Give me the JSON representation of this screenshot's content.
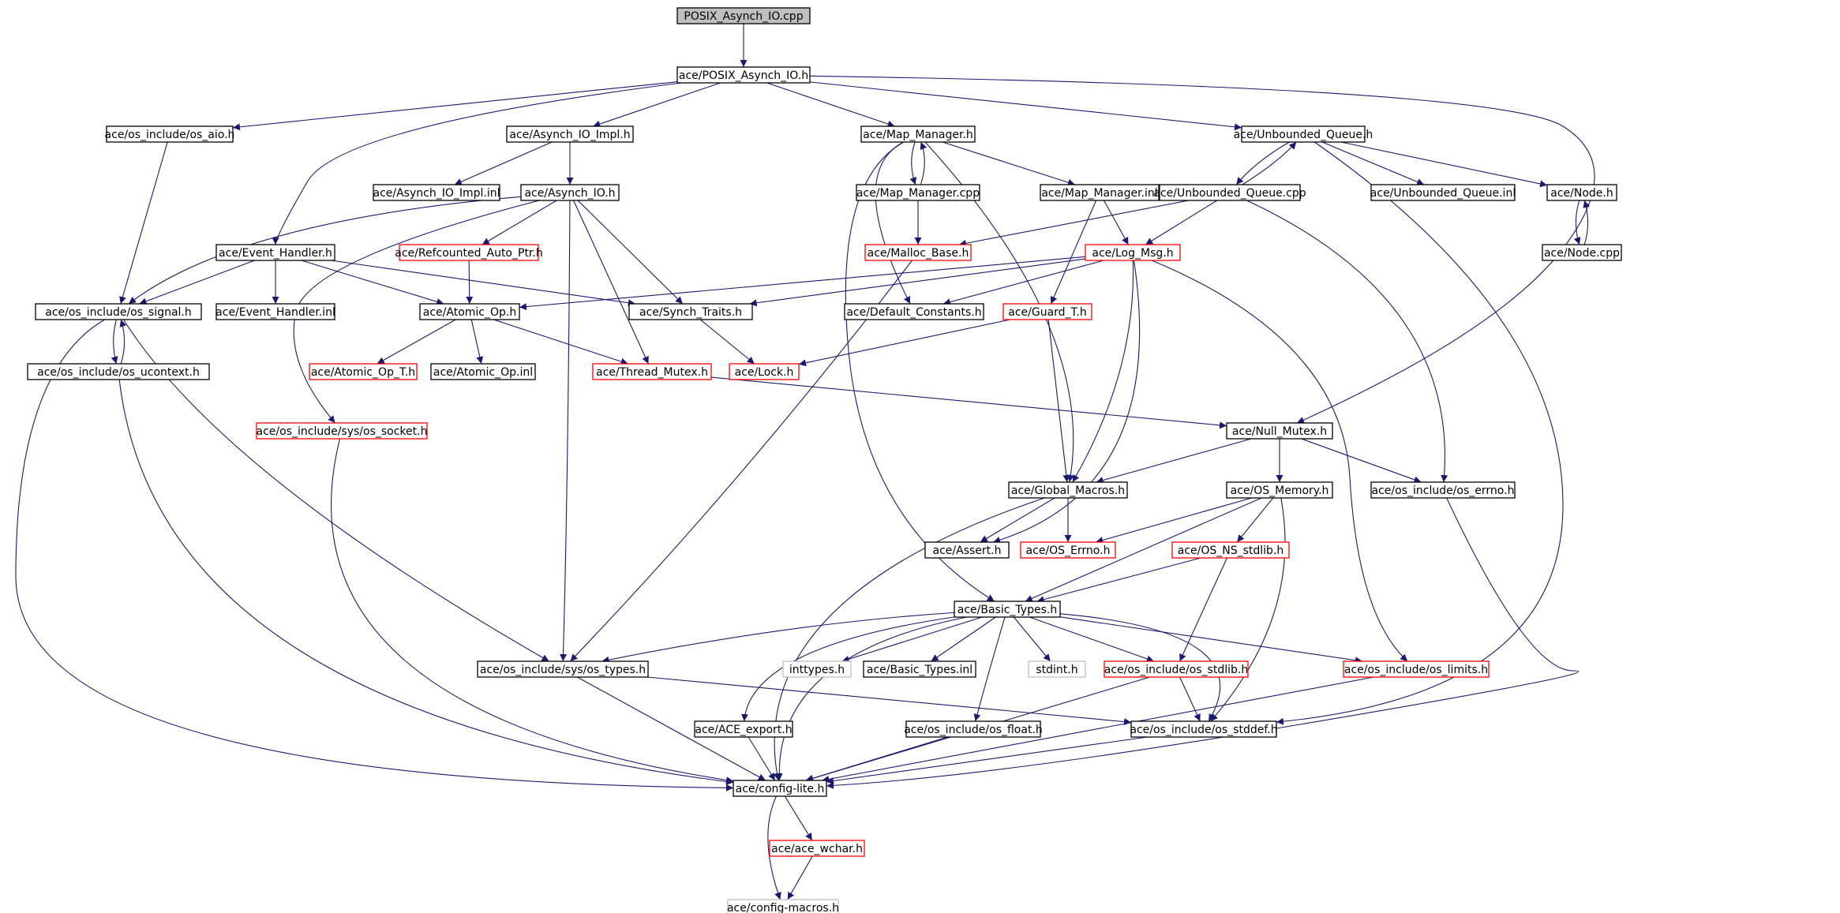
{
  "graph": {
    "title": "POSIX_Asynch_IO.cpp",
    "colors": {
      "edge": "#191970",
      "border_normal": "#000000",
      "border_red": "#ff0000",
      "border_gray": "#bfbfbf",
      "root_fill": "#bfbfbf"
    },
    "nodes": [
      {
        "id": "root",
        "label": "POSIX_Asynch_IO.cpp",
        "style": "root"
      },
      {
        "id": "pah",
        "label": "ace/POSIX_Asynch_IO.h",
        "style": "normal"
      },
      {
        "id": "aio",
        "label": "ace/os_include/os_aio.h",
        "style": "normal"
      },
      {
        "id": "aioimpl",
        "label": "ace/Asynch_IO_Impl.h",
        "style": "normal"
      },
      {
        "id": "mapmgr",
        "label": "ace/Map_Manager.h",
        "style": "normal"
      },
      {
        "id": "unbq",
        "label": "ace/Unbounded_Queue.h",
        "style": "normal"
      },
      {
        "id": "aioimplinl",
        "label": "ace/Asynch_IO_Impl.inl",
        "style": "normal"
      },
      {
        "id": "asynchio",
        "label": "ace/Asynch_IO.h",
        "style": "normal"
      },
      {
        "id": "mapmgrcpp",
        "label": "ace/Map_Manager.cpp",
        "style": "normal"
      },
      {
        "id": "mapmgrinl",
        "label": "ace/Map_Manager.inl",
        "style": "normal"
      },
      {
        "id": "unbqcpp",
        "label": "ace/Unbounded_Queue.cpp",
        "style": "normal"
      },
      {
        "id": "unbqinl",
        "label": "ace/Unbounded_Queue.inl",
        "style": "normal"
      },
      {
        "id": "nodeh",
        "label": "ace/Node.h",
        "style": "normal"
      },
      {
        "id": "evh",
        "label": "ace/Event_Handler.h",
        "style": "normal"
      },
      {
        "id": "refc",
        "label": "ace/Refcounted_Auto_Ptr.h",
        "style": "red"
      },
      {
        "id": "malloc",
        "label": "ace/Malloc_Base.h",
        "style": "red"
      },
      {
        "id": "logmsg",
        "label": "ace/Log_Msg.h",
        "style": "red"
      },
      {
        "id": "nodecpp",
        "label": "ace/Node.cpp",
        "style": "normal"
      },
      {
        "id": "signal",
        "label": "ace/os_include/os_signal.h",
        "style": "normal"
      },
      {
        "id": "evhinl",
        "label": "ace/Event_Handler.inl",
        "style": "normal"
      },
      {
        "id": "atomic",
        "label": "ace/Atomic_Op.h",
        "style": "normal"
      },
      {
        "id": "synch",
        "label": "ace/Synch_Traits.h",
        "style": "normal"
      },
      {
        "id": "defconst",
        "label": "ace/Default_Constants.h",
        "style": "normal"
      },
      {
        "id": "guard",
        "label": "ace/Guard_T.h",
        "style": "red"
      },
      {
        "id": "ucontext",
        "label": "ace/os_include/os_ucontext.h",
        "style": "normal"
      },
      {
        "id": "atomict",
        "label": "ace/Atomic_Op_T.h",
        "style": "red"
      },
      {
        "id": "atomicinl",
        "label": "ace/Atomic_Op.inl",
        "style": "normal"
      },
      {
        "id": "threadmx",
        "label": "ace/Thread_Mutex.h",
        "style": "red"
      },
      {
        "id": "lock",
        "label": "ace/Lock.h",
        "style": "red"
      },
      {
        "id": "socket",
        "label": "ace/os_include/sys/os_socket.h",
        "style": "red"
      },
      {
        "id": "nullmx",
        "label": "ace/Null_Mutex.h",
        "style": "normal"
      },
      {
        "id": "globmac",
        "label": "ace/Global_Macros.h",
        "style": "normal"
      },
      {
        "id": "osmem",
        "label": "ace/OS_Memory.h",
        "style": "normal"
      },
      {
        "id": "errno",
        "label": "ace/os_include/os_errno.h",
        "style": "normal"
      },
      {
        "id": "assert",
        "label": "ace/Assert.h",
        "style": "normal"
      },
      {
        "id": "oserrno",
        "label": "ace/OS_Errno.h",
        "style": "red"
      },
      {
        "id": "nsstdlib",
        "label": "ace/OS_NS_stdlib.h",
        "style": "red"
      },
      {
        "id": "basictypes",
        "label": "ace/Basic_Types.h",
        "style": "normal"
      },
      {
        "id": "systypes",
        "label": "ace/os_include/sys/os_types.h",
        "style": "normal"
      },
      {
        "id": "inttypes",
        "label": "inttypes.h",
        "style": "gray"
      },
      {
        "id": "basicinl",
        "label": "ace/Basic_Types.inl",
        "style": "normal"
      },
      {
        "id": "stdint",
        "label": "stdint.h",
        "style": "gray"
      },
      {
        "id": "osstdlib",
        "label": "ace/os_include/os_stdlib.h",
        "style": "red"
      },
      {
        "id": "limits",
        "label": "ace/os_include/os_limits.h",
        "style": "red"
      },
      {
        "id": "aceexport",
        "label": "ace/ACE_export.h",
        "style": "normal"
      },
      {
        "id": "float",
        "label": "ace/os_include/os_float.h",
        "style": "normal"
      },
      {
        "id": "stddef",
        "label": "ace/os_include/os_stddef.h",
        "style": "normal"
      },
      {
        "id": "configlite",
        "label": "ace/config-lite.h",
        "style": "normal"
      },
      {
        "id": "wchar",
        "label": "ace/ace_wchar.h",
        "style": "red"
      },
      {
        "id": "configmacros",
        "label": "ace/config-macros.h",
        "style": "gray"
      }
    ],
    "edges": [
      [
        "root",
        "pah"
      ],
      [
        "pah",
        "aio"
      ],
      [
        "pah",
        "aioimpl"
      ],
      [
        "pah",
        "mapmgr"
      ],
      [
        "pah",
        "unbq"
      ],
      [
        "pah",
        "evh"
      ],
      [
        "pah",
        "nullmx"
      ],
      [
        "aio",
        "signal"
      ],
      [
        "aioimpl",
        "aioimplinl"
      ],
      [
        "aioimpl",
        "asynchio"
      ],
      [
        "mapmgr",
        "mapmgrcpp"
      ],
      [
        "mapmgr",
        "mapmgrinl"
      ],
      [
        "mapmgr",
        "defconst"
      ],
      [
        "mapmgr",
        "globmac"
      ],
      [
        "mapmgr",
        "basictypes"
      ],
      [
        "unbq",
        "unbqcpp"
      ],
      [
        "unbq",
        "unbqinl"
      ],
      [
        "unbq",
        "nodeh"
      ],
      [
        "unbq",
        "stddef"
      ],
      [
        "asynchio",
        "refc"
      ],
      [
        "asynchio",
        "signal"
      ],
      [
        "asynchio",
        "systypes"
      ],
      [
        "asynchio",
        "synch"
      ],
      [
        "asynchio",
        "threadmx"
      ],
      [
        "asynchio",
        "socket"
      ],
      [
        "mapmgrcpp",
        "mapmgr"
      ],
      [
        "mapmgrcpp",
        "malloc"
      ],
      [
        "mapmgrinl",
        "logmsg"
      ],
      [
        "mapmgrinl",
        "guard"
      ],
      [
        "unbqcpp",
        "unbq"
      ],
      [
        "unbqcpp",
        "malloc"
      ],
      [
        "unbqcpp",
        "logmsg"
      ],
      [
        "unbqcpp",
        "errno"
      ],
      [
        "nodeh",
        "nodecpp"
      ],
      [
        "nodecpp",
        "nodeh"
      ],
      [
        "evh",
        "signal"
      ],
      [
        "evh",
        "evhinl"
      ],
      [
        "evh",
        "atomic"
      ],
      [
        "evh",
        "synch"
      ],
      [
        "refc",
        "atomic"
      ],
      [
        "malloc",
        "systypes"
      ],
      [
        "logmsg",
        "atomic"
      ],
      [
        "logmsg",
        "synch"
      ],
      [
        "logmsg",
        "defconst"
      ],
      [
        "logmsg",
        "globmac"
      ],
      [
        "logmsg",
        "assert"
      ],
      [
        "logmsg",
        "limits"
      ],
      [
        "signal",
        "ucontext"
      ],
      [
        "signal",
        "systypes"
      ],
      [
        "signal",
        "configlite"
      ],
      [
        "ucontext",
        "signal"
      ],
      [
        "ucontext",
        "configlite"
      ],
      [
        "atomic",
        "atomict"
      ],
      [
        "atomic",
        "atomicinl"
      ],
      [
        "atomic",
        "threadmx"
      ],
      [
        "synch",
        "lock"
      ],
      [
        "guard",
        "lock"
      ],
      [
        "guard",
        "globmac"
      ],
      [
        "threadmx",
        "nullmx"
      ],
      [
        "socket",
        "configlite"
      ],
      [
        "nullmx",
        "globmac"
      ],
      [
        "nullmx",
        "osmem"
      ],
      [
        "nullmx",
        "errno"
      ],
      [
        "globmac",
        "assert"
      ],
      [
        "globmac",
        "oserrno"
      ],
      [
        "globmac",
        "configlite"
      ],
      [
        "osmem",
        "oserrno"
      ],
      [
        "osmem",
        "nsstdlib"
      ],
      [
        "osmem",
        "basictypes"
      ],
      [
        "osmem",
        "stddef"
      ],
      [
        "errno",
        "configlite"
      ],
      [
        "nsstdlib",
        "basictypes"
      ],
      [
        "nsstdlib",
        "osstdlib"
      ],
      [
        "basictypes",
        "systypes"
      ],
      [
        "basictypes",
        "inttypes"
      ],
      [
        "basictypes",
        "basicinl"
      ],
      [
        "basictypes",
        "stdint"
      ],
      [
        "basictypes",
        "osstdlib"
      ],
      [
        "basictypes",
        "limits"
      ],
      [
        "basictypes",
        "aceexport"
      ],
      [
        "basictypes",
        "float"
      ],
      [
        "basictypes",
        "stddef"
      ],
      [
        "basictypes",
        "configlite"
      ],
      [
        "systypes",
        "stddef"
      ],
      [
        "systypes",
        "configlite"
      ],
      [
        "osstdlib",
        "stddef"
      ],
      [
        "osstdlib",
        "configlite"
      ],
      [
        "limits",
        "configlite"
      ],
      [
        "aceexport",
        "configlite"
      ],
      [
        "float",
        "configlite"
      ],
      [
        "stddef",
        "configlite"
      ],
      [
        "configlite",
        "wchar"
      ],
      [
        "configlite",
        "configmacros"
      ],
      [
        "wchar",
        "configmacros"
      ]
    ]
  }
}
